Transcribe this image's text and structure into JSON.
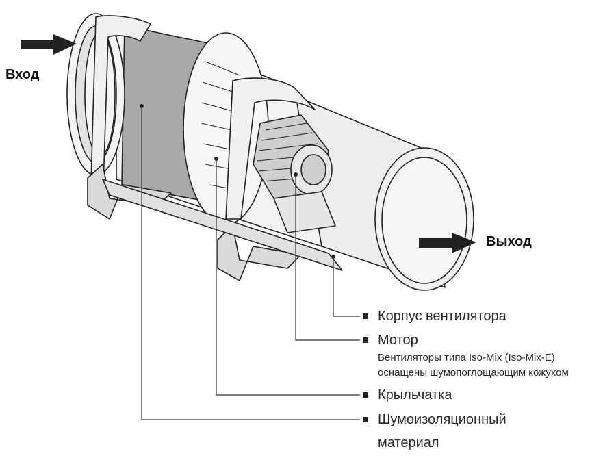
{
  "flow": {
    "inlet": "Вход",
    "outlet": "Выход"
  },
  "callouts": [
    {
      "id": "housing",
      "label": "Корпус вентилятора"
    },
    {
      "id": "motor",
      "label": "Мотор",
      "note_line1": "Вентиляторы типа Iso-Mix (Iso-Mix-E)",
      "note_line2": "оснащены шумопоглощающим кожухом"
    },
    {
      "id": "impeller",
      "label": "Крыльчатка"
    },
    {
      "id": "insulation",
      "label_line1": "Шумоизоляционный",
      "label_line2": "материал"
    }
  ],
  "colors": {
    "outline": "#222222",
    "insulation_fill": "#a9a9a9",
    "metal_fill": "#f1f1f1",
    "shadow_fill": "#d6d6d6"
  }
}
